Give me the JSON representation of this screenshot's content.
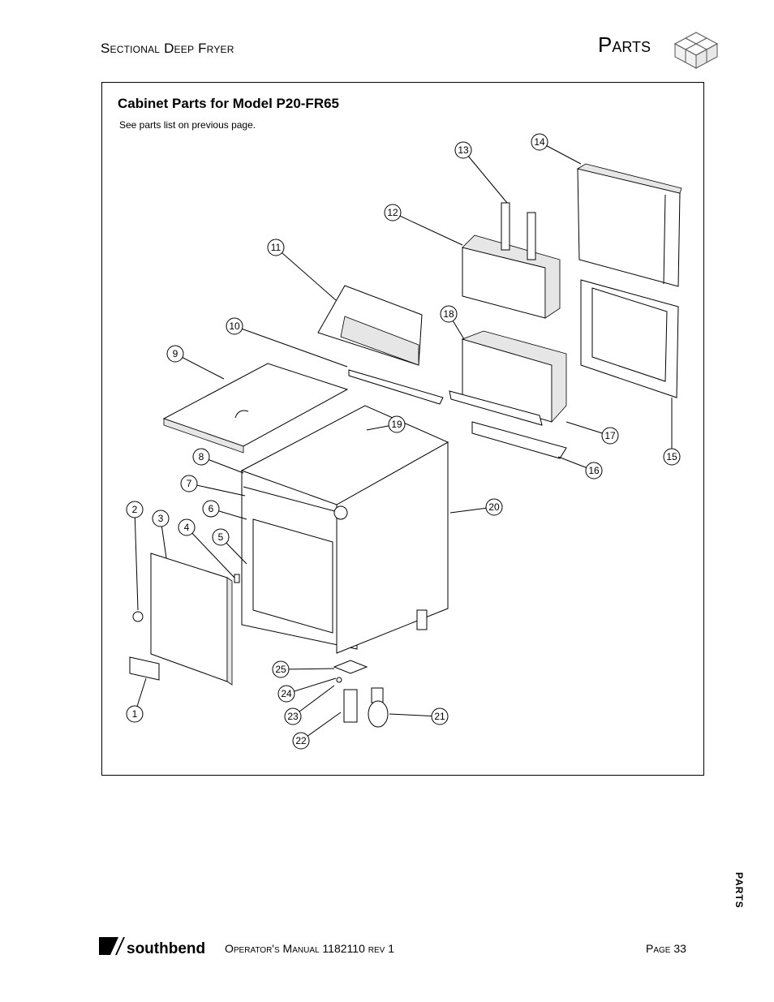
{
  "header": {
    "section": "Sectional Deep Fryer",
    "chapter": "Parts"
  },
  "figure": {
    "title": "Cabinet Parts for Model P20-FR65",
    "note": "See parts list on previous page.",
    "callouts": [
      "1",
      "2",
      "3",
      "4",
      "5",
      "6",
      "7",
      "8",
      "9",
      "10",
      "11",
      "12",
      "13",
      "14",
      "15",
      "16",
      "17",
      "18",
      "19",
      "20",
      "21",
      "22",
      "23",
      "24",
      "25"
    ]
  },
  "side_tab": "PARTS",
  "footer": {
    "brand": "southbend",
    "manual": "Operator's Manual 1182110 rev 1",
    "page": "Page 33"
  }
}
